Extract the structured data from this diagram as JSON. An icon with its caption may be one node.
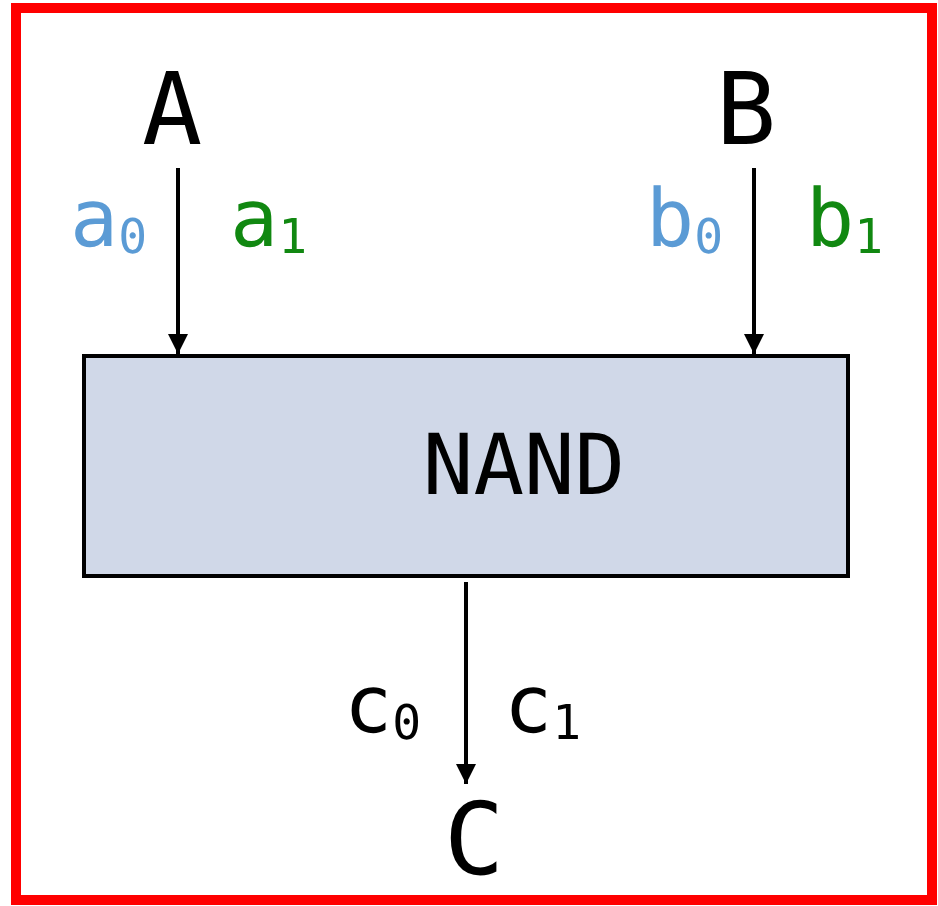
{
  "diagram": {
    "nodes": [
      {
        "text": [
          "A"
        ]
      },
      {
        "text": [
          "B"
        ]
      },
      {
        "text": [
          "NAND"
        ]
      },
      {
        "text": [
          "C"
        ]
      }
    ],
    "edges": [
      {
        "from": 0,
        "to": 2,
        "arrow": "to"
      },
      {
        "from": 1,
        "to": 2,
        "arrow": "to"
      },
      {
        "from": 2,
        "to": 3,
        "arrow": "to"
      }
    ],
    "labels": [
      "a$_{0}$",
      "a$_{1}$",
      "b$_{0}$",
      "b$_{1}$",
      "c$_{0}$",
      "c$_{1}$"
    ]
  }
}
